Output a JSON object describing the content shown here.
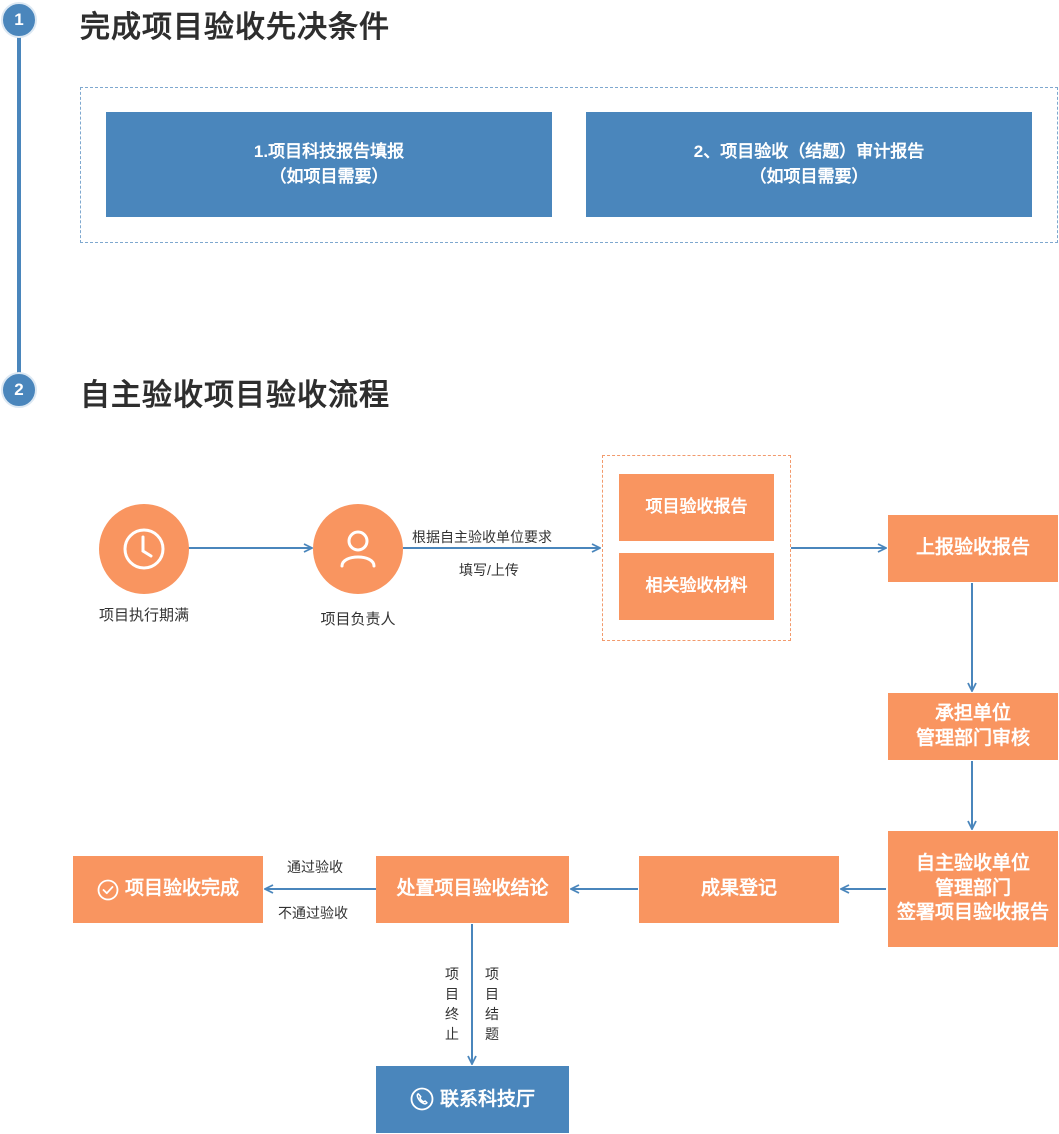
{
  "steps": [
    {
      "number": "1",
      "title": "完成项目验收先决条件"
    },
    {
      "number": "2",
      "title": "自主验收项目验收流程"
    }
  ],
  "prerequisites": [
    {
      "line1": "1.项目科技报告填报",
      "line2": "（如项目需要）"
    },
    {
      "line1": "2、项目验收（结题）审计报告",
      "line2": "（如项目需要）"
    }
  ],
  "flow": {
    "expire": {
      "label": "项目执行期满",
      "icon": "clock-icon"
    },
    "leader": {
      "label": "项目负责人",
      "icon": "person-icon"
    },
    "edge_requirement": "根据自主验收单位要求",
    "edge_fill": "填写/上传",
    "materials": [
      "项目验收报告",
      "相关验收材料"
    ],
    "report": "上报验收报告",
    "review": {
      "line1": "承担单位",
      "line2": "管理部门审核"
    },
    "sign": {
      "line1": "自主验收单位",
      "line2": "管理部门",
      "line3": "签署项目验收报告"
    },
    "register": "成果登记",
    "conclusion": "处置项目验收结论",
    "complete": {
      "label": "项目验收完成",
      "icon": "check-circle-icon"
    },
    "edge_pass": "通过验收",
    "edge_fail": "不通过验收",
    "edge_terminate": "项目终止",
    "edge_close": "项目结题",
    "contact": {
      "label": "联系科技厅",
      "icon": "phone-icon"
    }
  },
  "colors": {
    "blue": "#4a86bc",
    "orange": "#f99560",
    "arrow": "#4a86bc"
  }
}
